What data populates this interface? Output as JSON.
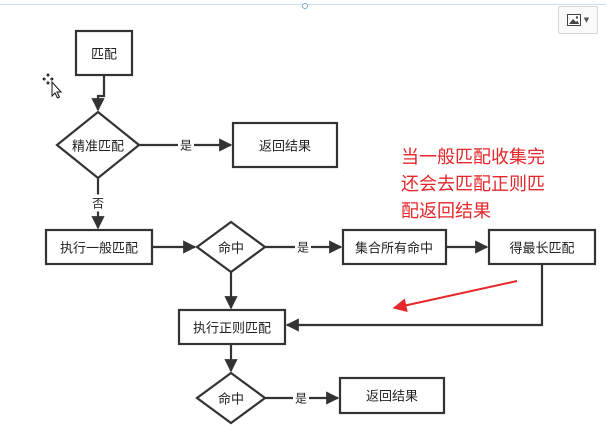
{
  "nodes": {
    "match": "匹配",
    "exact_match": "精准匹配",
    "return_result_1": "返回结果",
    "exec_general": "执行一般匹配",
    "hit_1": "命中",
    "collect_all": "集合所有命中",
    "longest_match": "得最长匹配",
    "exec_regex": "执行正则匹配",
    "hit_2": "命中",
    "return_result_2": "返回结果"
  },
  "edges": {
    "yes_1": "是",
    "no_1": "否",
    "yes_2": "是",
    "yes_3": "是"
  },
  "annotation": {
    "lines": [
      "当一般匹配收集完",
      "还会去匹配正则匹",
      "配返回结果"
    ],
    "color": "#e5262a"
  },
  "icons": {
    "toolbar_image": "image-icon",
    "toolbar_dropdown": "chevron-down-icon",
    "cursor": "move-cursor-icon"
  }
}
